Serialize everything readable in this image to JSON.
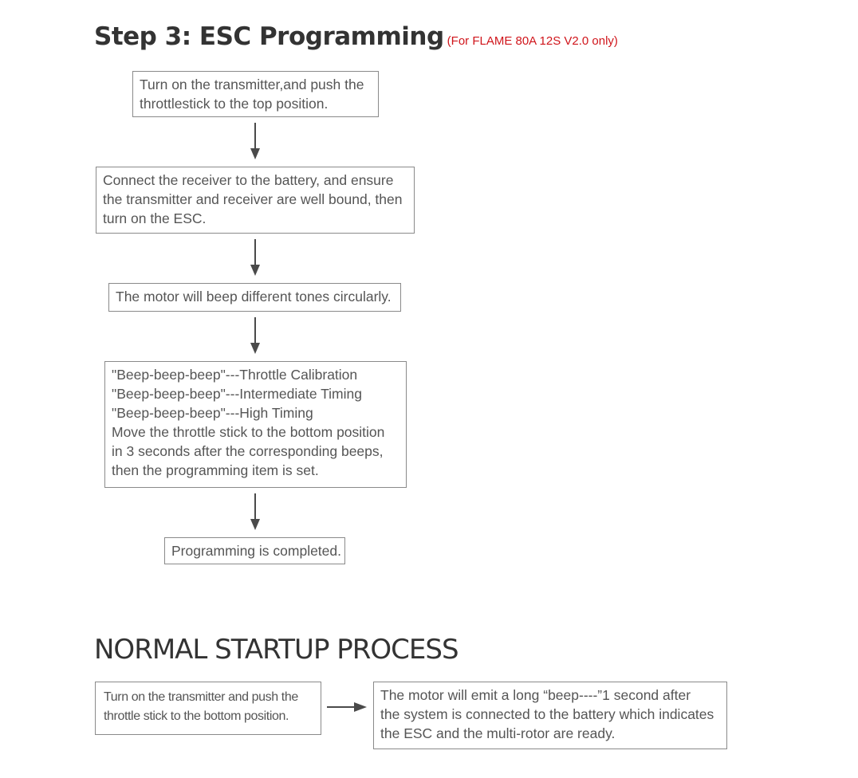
{
  "step3": {
    "title": "Step 3: ESC Programming",
    "subtitle": "(For FLAME 80A 12S V2.0 only)",
    "boxes": [
      {
        "lines": [
          "Turn on the transmitter,and push the",
          "throttlestick to the top position."
        ]
      },
      {
        "lines": [
          "Connect the receiver to the battery, and ensure",
          "the transmitter and receiver are well bound, then",
          "turn on the ESC."
        ]
      },
      {
        "lines": [
          "The motor will beep different tones circularly."
        ]
      },
      {
        "lines": [
          "\"Beep-beep-beep\"---Throttle Calibration",
          "\"Beep-beep-beep\"---Intermediate Timing",
          "\"Beep-beep-beep\"---High Timing",
          "Move the throttle stick to the bottom position",
          "in 3 seconds after the corresponding beeps,",
          "then the programming item is set."
        ]
      },
      {
        "lines": [
          "Programming is completed."
        ]
      }
    ]
  },
  "normal_startup": {
    "title": "NORMAL STARTUP PROCESS",
    "boxes": [
      {
        "lines": [
          "Turn on the transmitter and push the",
          "throttle stick to the bottom position."
        ]
      },
      {
        "lines": [
          "The motor will emit a long “beep----”1 second after",
          "the system is connected to the battery which indicates",
          "the ESC and the multi-rotor are ready."
        ]
      }
    ]
  },
  "colors": {
    "text": "#555555",
    "border": "#8a8a8a",
    "arrow": "#4a4a4a",
    "subtitle": "#d0151b"
  }
}
